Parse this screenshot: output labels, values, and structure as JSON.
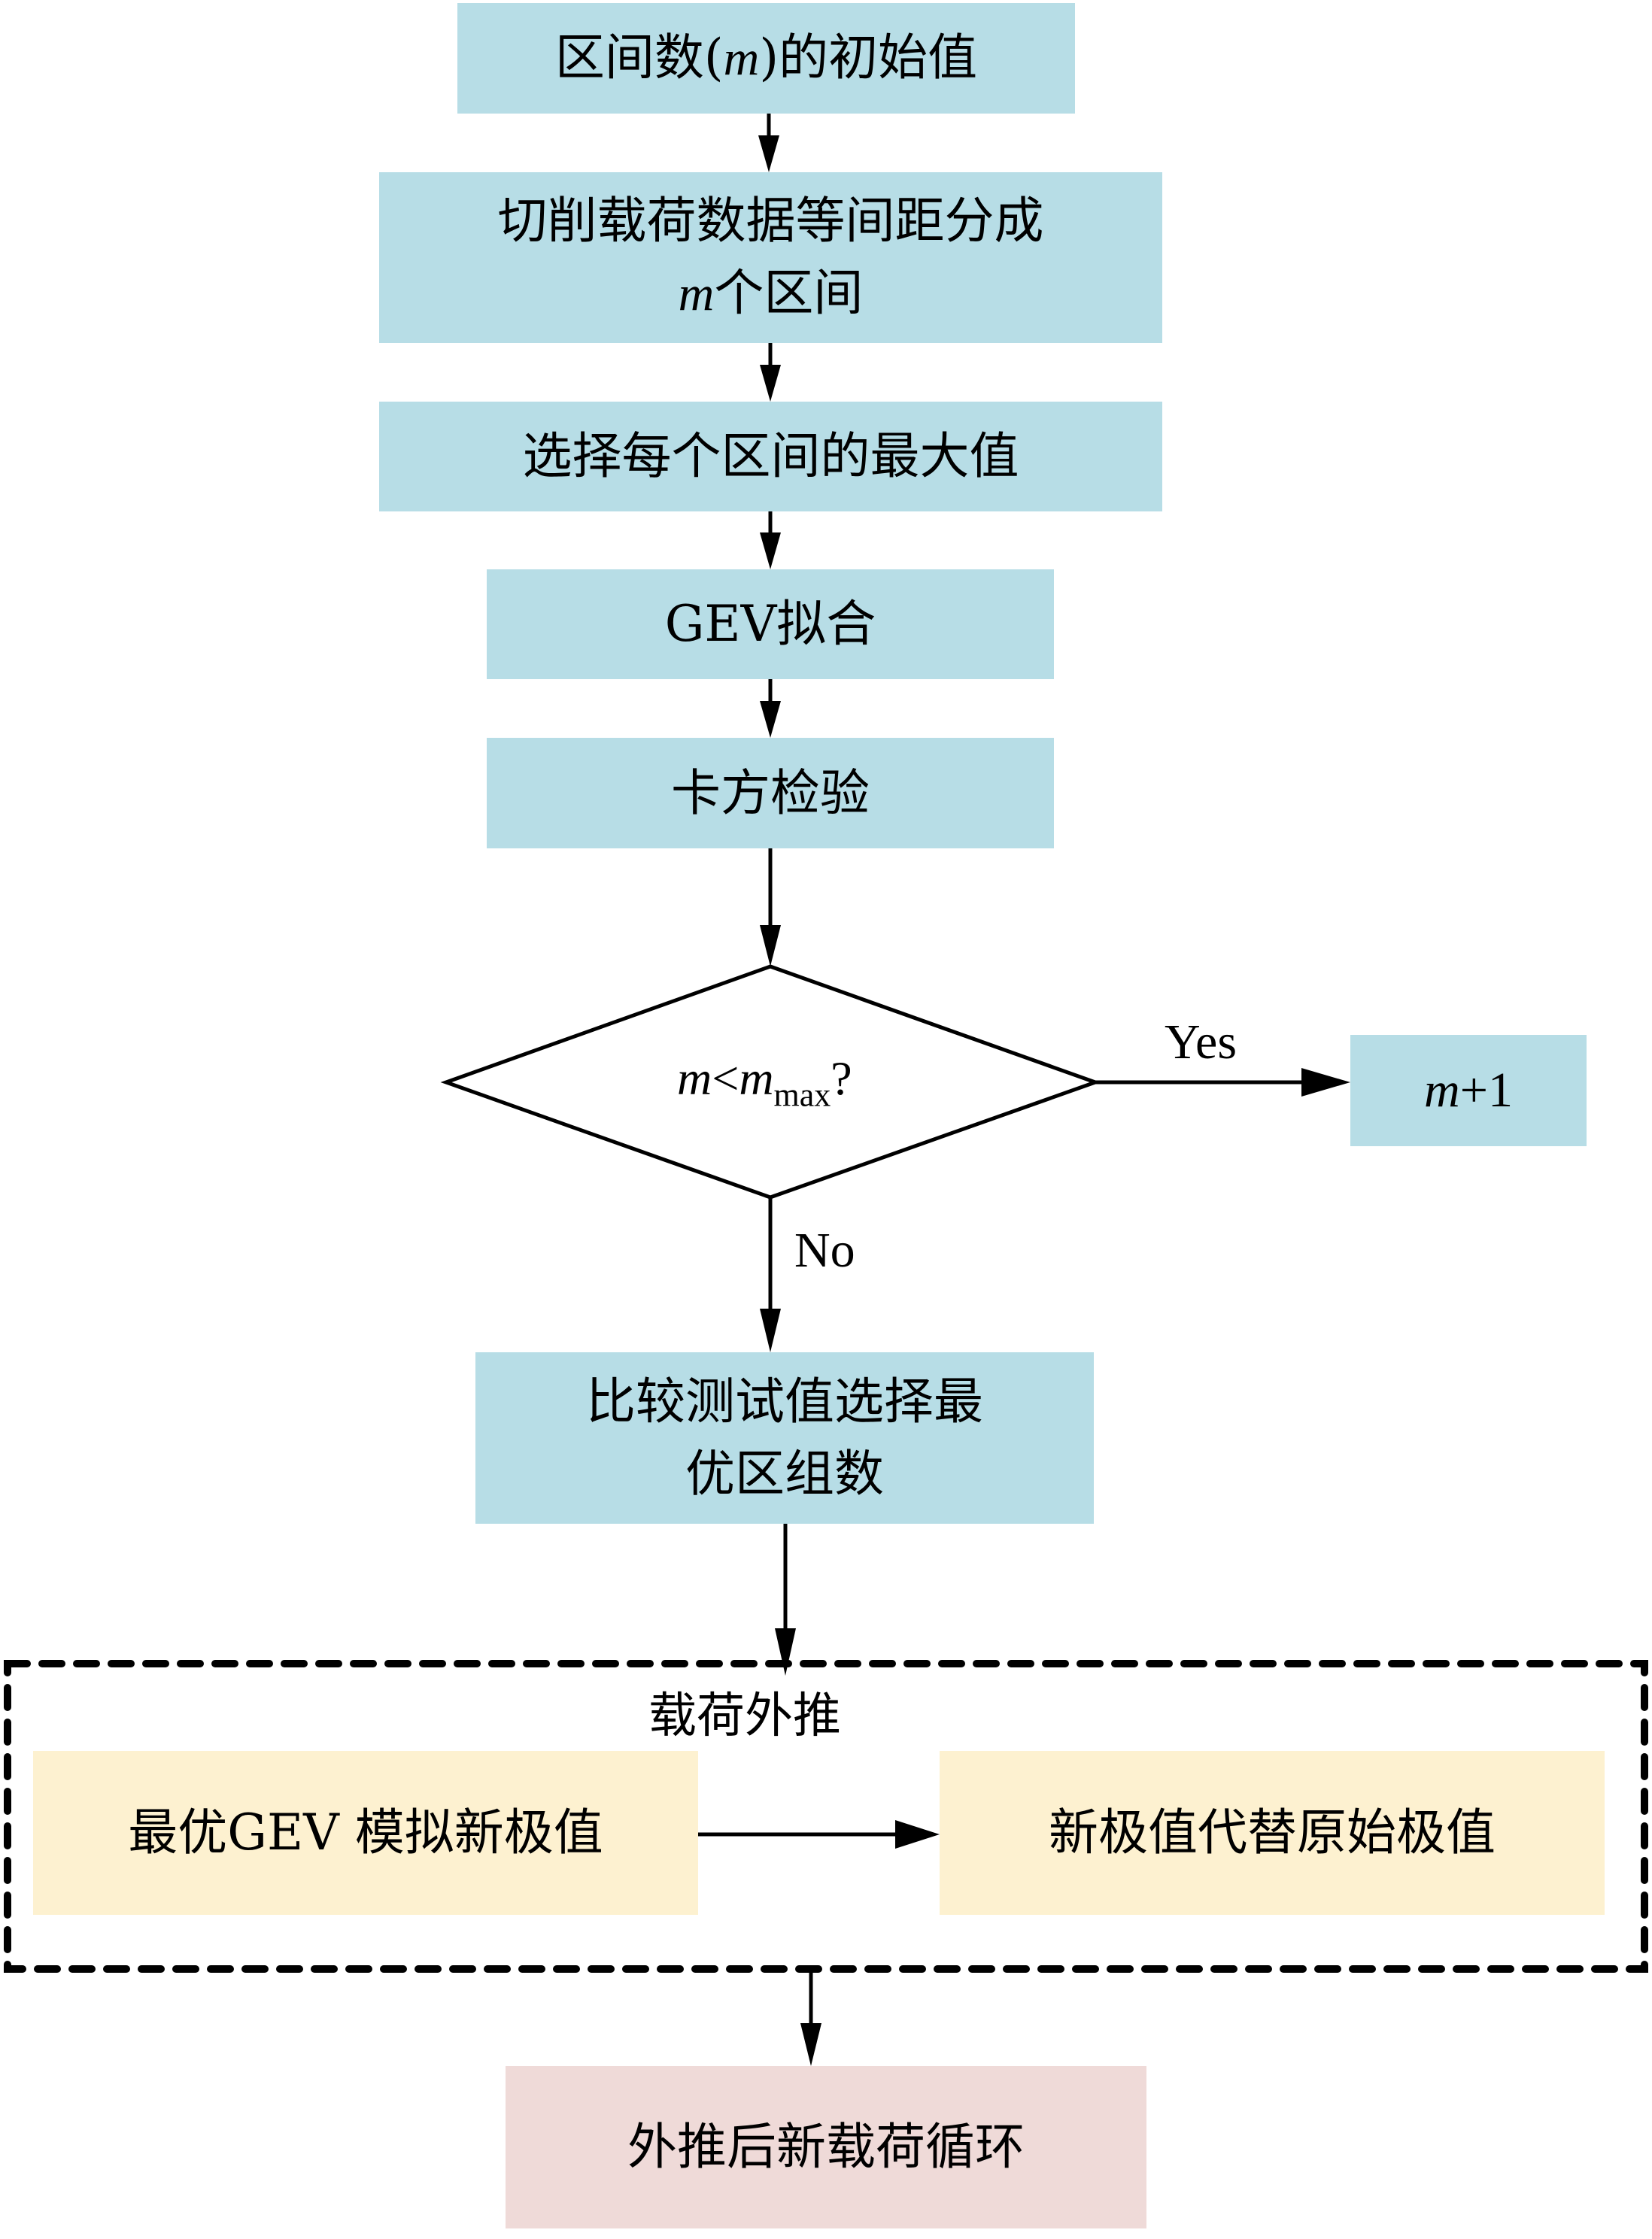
{
  "diagram": {
    "type": "flowchart",
    "colors": {
      "process_fill": "#b7dde6",
      "extrapolation_fill": "#fdf1d0",
      "output_fill": "#efdad8",
      "stroke": "#000000"
    },
    "steps": {
      "init": {
        "prefix": "区间数(",
        "var": "m",
        "suffix": ")的初始值"
      },
      "split": {
        "line1": "切削载荷数据等间距分成",
        "line2_var": "m",
        "line2_text": "个区间"
      },
      "select_max": {
        "text": "选择每个区间的最大值"
      },
      "gev_fit": {
        "text": "GEV拟合"
      },
      "chi_test": {
        "text": "卡方检验"
      },
      "decision": {
        "var": "m",
        "op": "<",
        "var2": "m",
        "sub": "max",
        "q": "?"
      },
      "increment": {
        "var": "m",
        "text": "+1"
      },
      "compare": {
        "line1": "比较测试值选择最",
        "line2": "优区组数"
      },
      "extrapolation_group": {
        "title": "载荷外推",
        "left": "最优GEV 模拟新极值",
        "right": "新极值代替原始极值"
      },
      "output": {
        "text": "外推后新载荷循环"
      }
    },
    "edge_labels": {
      "yes": "Yes",
      "no": "No"
    }
  }
}
